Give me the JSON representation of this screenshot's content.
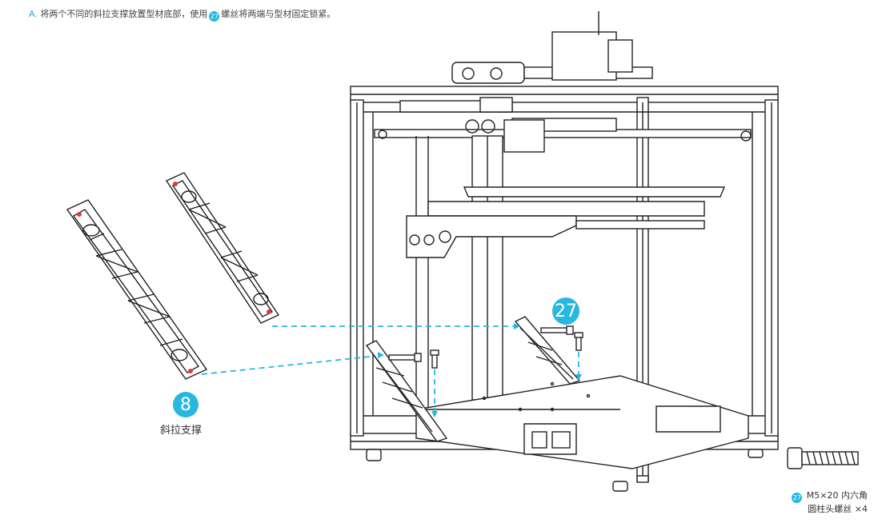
{
  "instruction": {
    "step_letter": "A.",
    "text_before": "将两个不同的斜拉支撑放置型材底部，使用",
    "badge": "27",
    "text_after": "螺丝将两端与型材固定锁紧。"
  },
  "parts": {
    "brace_number": "8",
    "brace_label": "斜拉支撑",
    "screw_number": "27",
    "screw_spec_line1": "M5×20 内六角",
    "screw_spec_line2": "圆柱头螺丝 ×4"
  },
  "colors": {
    "accent": "#27b7df",
    "red_mark": "#e23a3a",
    "line": "#222222"
  }
}
